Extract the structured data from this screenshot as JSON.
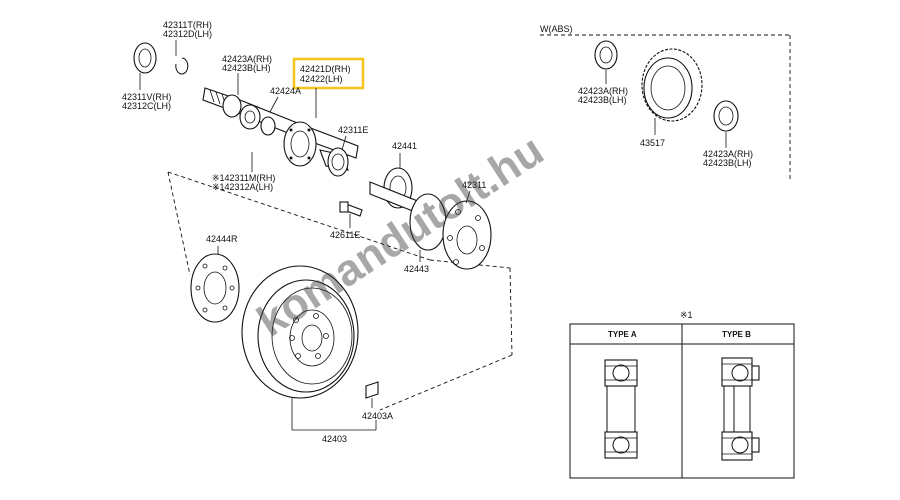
{
  "labels": {
    "l42311T": "42311T(RH)",
    "l42312D": "42312D(LH)",
    "l42423A_1": "42423A(RH)",
    "l42423B_1": "42423B(LH)",
    "l42421D": "42421D(RH)",
    "l42422": "42422(LH)",
    "l42424A": "42424A",
    "l42311V": "42311V(RH)",
    "l42312C": "42312C(LH)",
    "l42311E": "42311E",
    "l42311M": "※142311M(RH)",
    "l42312A": "※142312A(LH)",
    "l42441": "42441",
    "l42311": "42311",
    "l42611E": "42611E",
    "l42444R": "42444R",
    "l42443": "42443",
    "l42403A": "42403A",
    "l42403": "42403",
    "w_abs": "W(ABS)",
    "l42423A_2": "42423A(RH)",
    "l42423B_2": "42423B(LH)",
    "l43517": "43517",
    "l42423A_3": "42423A(RH)",
    "l42423B_3": "42423B(LH)",
    "note_mark": "※1",
    "type_a": "TYPE A",
    "type_b": "TYPE B"
  },
  "watermark": "komandutolt.hu",
  "colors": {
    "highlight": "#f5c518",
    "line": "#111111",
    "watermark": "#555555"
  }
}
